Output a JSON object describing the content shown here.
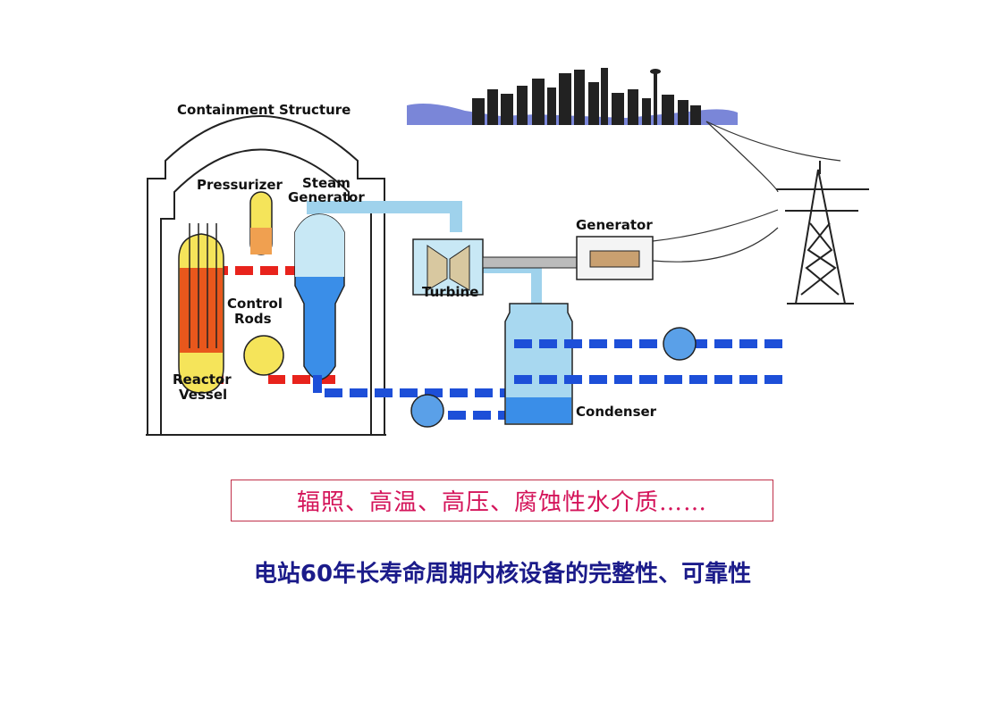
{
  "diagram": {
    "labels": {
      "containment": "Containment Structure",
      "pressurizer": "Pressurizer",
      "steam_generator_1": "Steam",
      "steam_generator_2": "Generator",
      "control_rods_1": "Control",
      "control_rods_2": "Rods",
      "reactor_vessel_1": "Reactor",
      "reactor_vessel_2": "Vessel",
      "turbine": "Turbine",
      "generator": "Generator",
      "condenser": "Condenser"
    },
    "colors": {
      "hot": "#e8231c",
      "cold": "#1d4fd8",
      "steam": "#bfe3f2",
      "reactor": "#f5e45a"
    }
  },
  "conditions_note": "辐照、高温、高压、腐蚀性水介质……",
  "summary": "电站60年长寿命周期内核设备的完整性、可靠性"
}
